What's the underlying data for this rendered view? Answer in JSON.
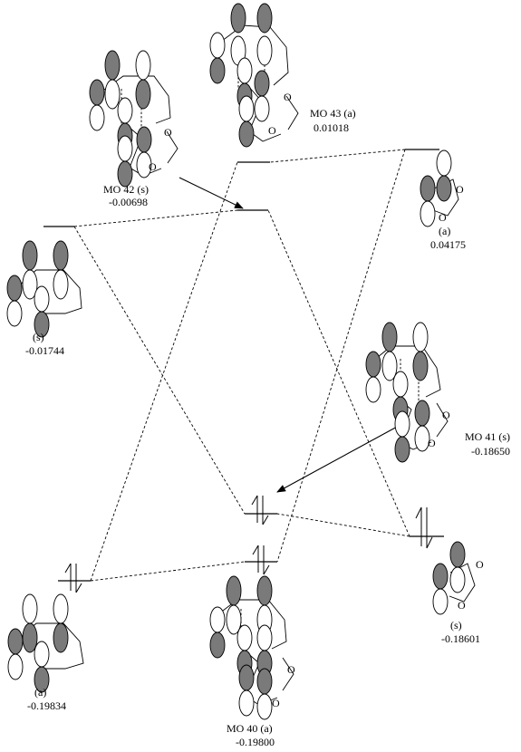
{
  "labels": {
    "mo43": {
      "name": "MO 43 (a)",
      "energy": "0.01018"
    },
    "mo42": {
      "name": "MO 42 (s)",
      "energy": "-0.00698"
    },
    "mo41": {
      "name": "MO 41 (s)",
      "energy": "-0.18650"
    },
    "mo40": {
      "name": "MO 40 (a)",
      "energy": "-0.19800"
    },
    "left_upper": {
      "sym": "(s)",
      "energy": "-0.01744"
    },
    "left_lower": {
      "sym": "(a)",
      "energy": "-0.19834"
    },
    "right_upper": {
      "sym": "(a)",
      "energy": "0.04175"
    },
    "right_lower": {
      "sym": "(s)",
      "energy": "-0.18601"
    }
  },
  "atoms": {
    "oxygen": "O"
  }
}
